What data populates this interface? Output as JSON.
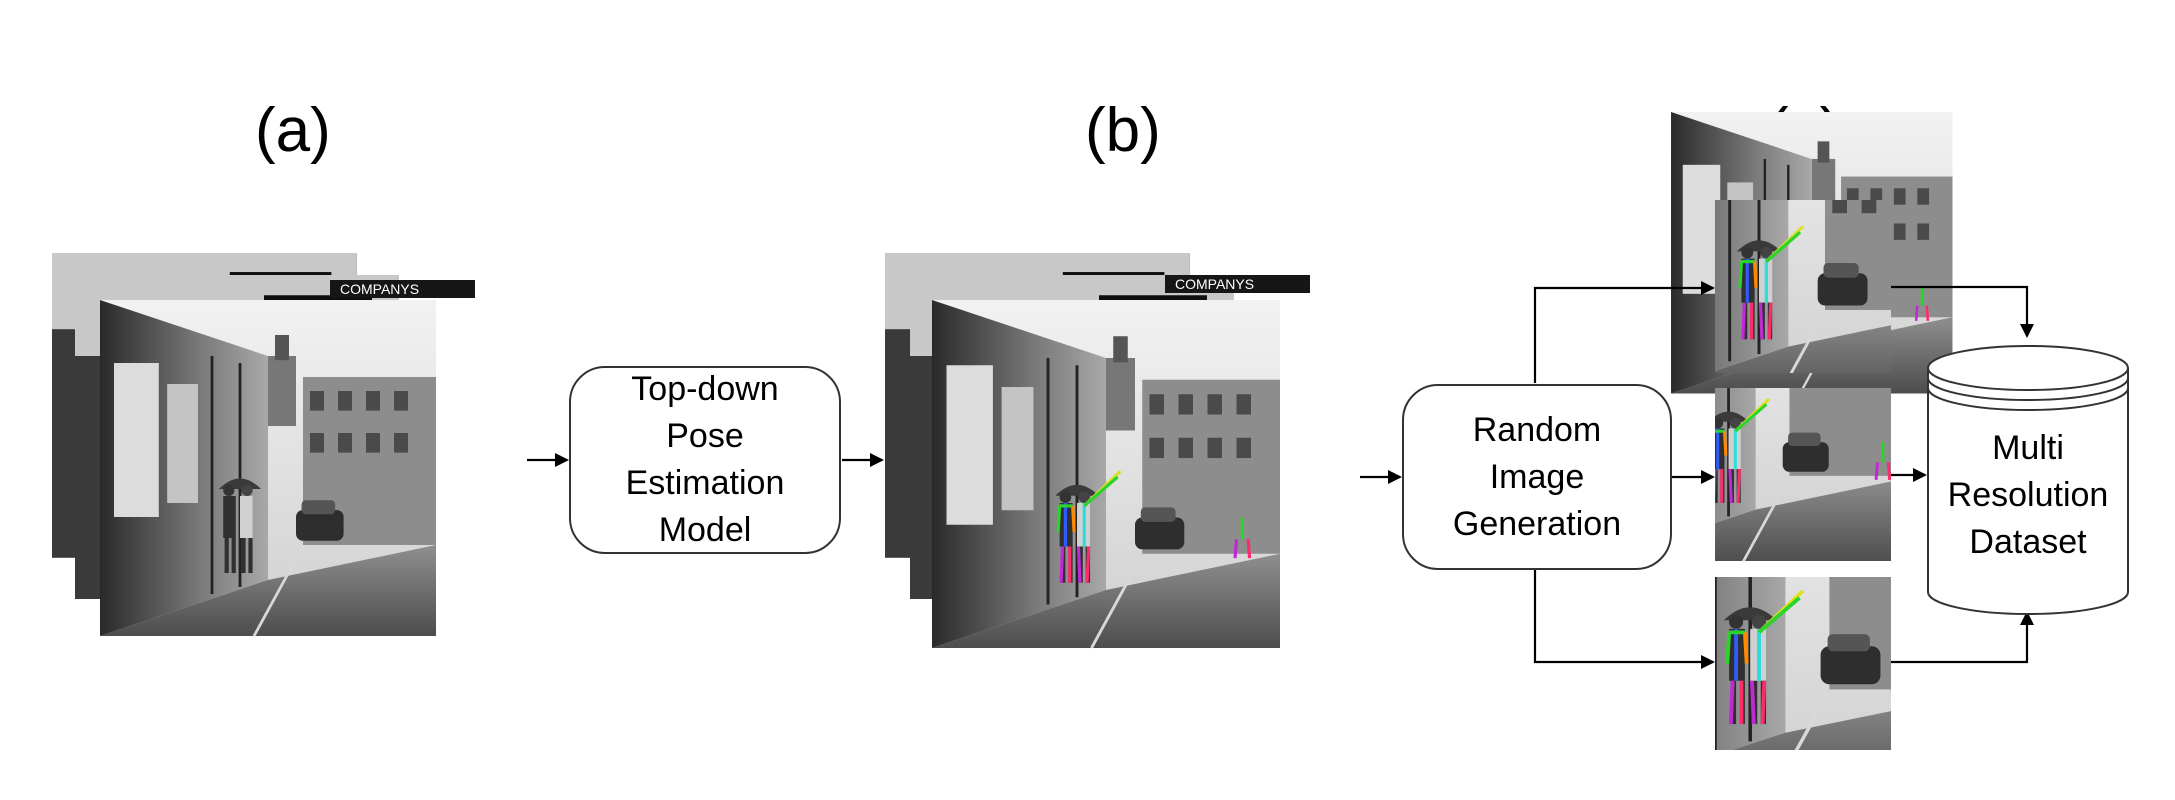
{
  "labels": {
    "a": "(a)",
    "b": "(b)",
    "c": "(c)"
  },
  "pose_model": {
    "lines": [
      "Top-down",
      "Pose",
      "Estimation",
      "Model"
    ]
  },
  "random_gen": {
    "lines": [
      "Random",
      "Image",
      "Generation"
    ]
  },
  "dataset": {
    "lines": [
      "Multi",
      "Resolution",
      "Dataset"
    ]
  },
  "photo_sign_text": "COMPANYS",
  "colors": {
    "line": "#000000",
    "box_border": "#333333",
    "pose_colors": [
      "#2ad42a",
      "#ff8a00",
      "#2f5bff",
      "#c02ad4",
      "#e0e020",
      "#2adede",
      "#ff2a6a"
    ]
  }
}
